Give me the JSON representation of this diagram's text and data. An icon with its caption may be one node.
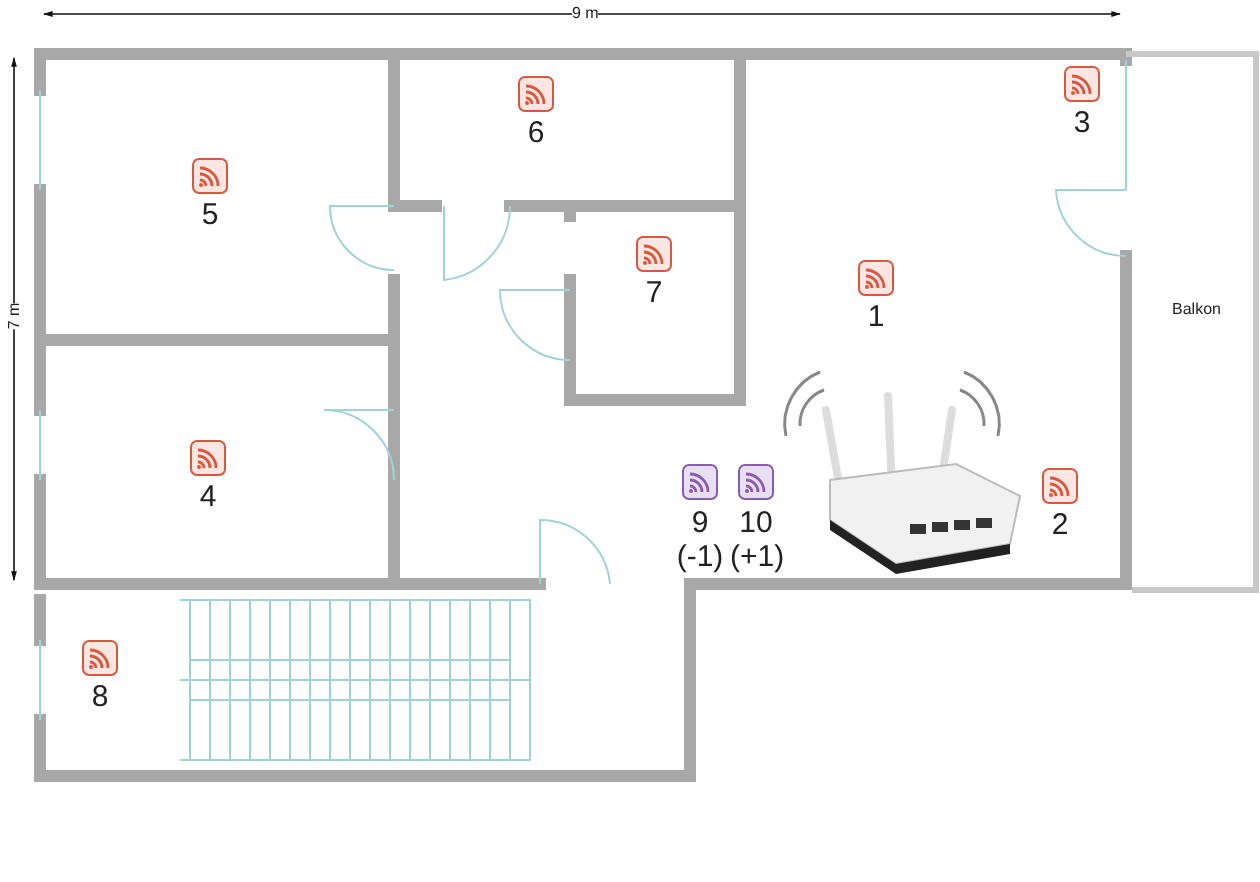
{
  "diagram": {
    "nodes": [
      {
        "text": [
          "1"
        ]
      },
      {
        "text": [
          "2"
        ]
      },
      {
        "text": [
          "3"
        ]
      },
      {
        "text": [
          "4"
        ]
      },
      {
        "text": [
          "5"
        ]
      },
      {
        "text": [
          "6"
        ]
      },
      {
        "text": [
          "7"
        ]
      },
      {
        "text": [
          "8"
        ]
      },
      {
        "text": [
          "9 (-1)"
        ]
      },
      {
        "text": [
          "10 (+1)"
        ]
      }
    ],
    "labels": [
      "9 m",
      "7 m",
      "Balkon"
    ]
  }
}
